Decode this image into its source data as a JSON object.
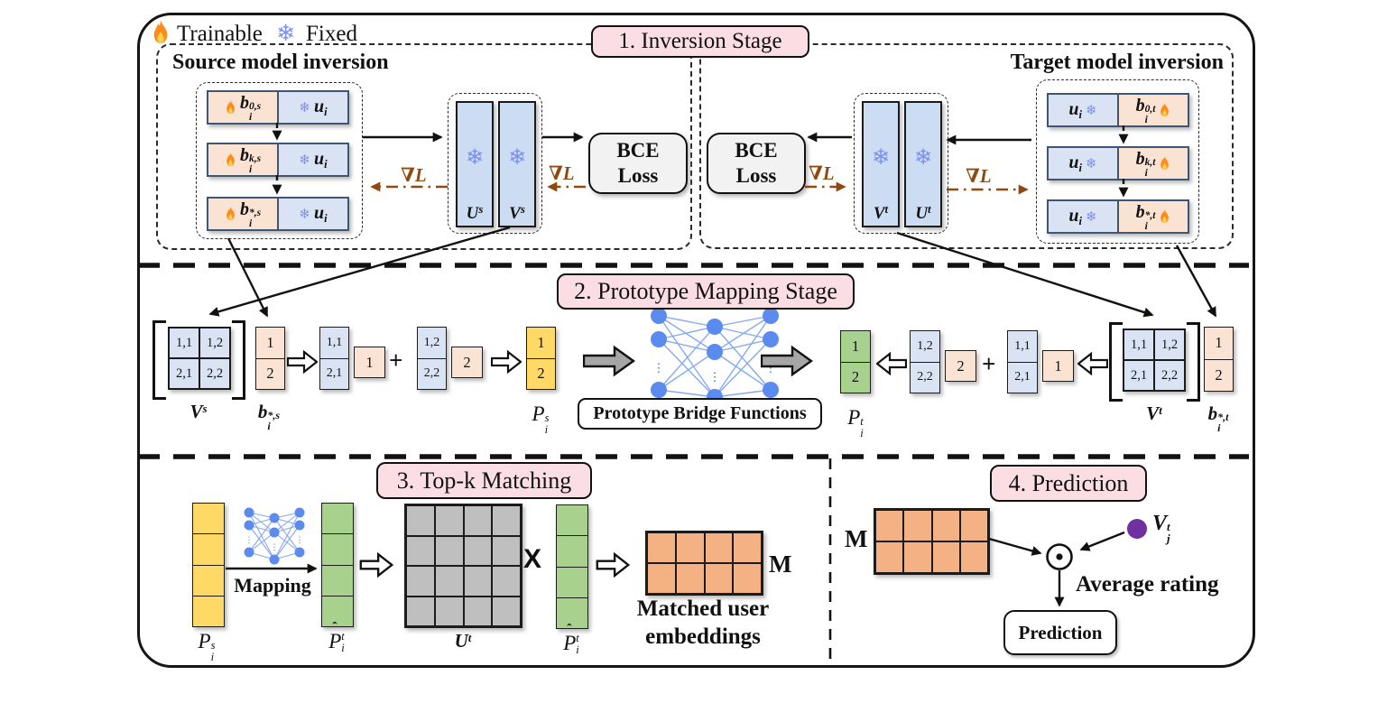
{
  "icons": {
    "snowflake": "❄",
    "dots": "⋮",
    "hat": "ˆ"
  },
  "legend": {
    "trainable": "Trainable",
    "fixed": "Fixed"
  },
  "stage_labels": {
    "s1": "1. Inversion Stage",
    "s2": "2. Prototype Mapping Stage",
    "s3": "3. Top-k Matching",
    "s4": "4. Prediction"
  },
  "grad_label": "∇L",
  "bce": {
    "l1": "BCE",
    "l2": "Loss"
  },
  "source_inversion": {
    "title": "Source model inversion",
    "rows": [
      {
        "b": "b",
        "bsub": "i",
        "bsup": "0,s",
        "u": "u",
        "usub": "i"
      },
      {
        "b": "b",
        "bsub": "i",
        "bsup": "k,s",
        "u": "u",
        "usub": "i"
      },
      {
        "b": "b",
        "bsub": "i",
        "bsup": "*,s",
        "u": "u",
        "usub": "i"
      }
    ],
    "col1": {
      "base": "U",
      "sup": "s"
    },
    "col2": {
      "base": "V",
      "sup": "s"
    }
  },
  "target_inversion": {
    "title": "Target model inversion",
    "rows": [
      {
        "u": "u",
        "usub": "i",
        "b": "b",
        "bsub": "i",
        "bsup": "0,t"
      },
      {
        "u": "u",
        "usub": "i",
        "b": "b",
        "bsub": "i",
        "bsup": "k,t"
      },
      {
        "u": "u",
        "usub": "i",
        "b": "b",
        "bsub": "i",
        "bsup": "*,t"
      }
    ],
    "col1": {
      "base": "V",
      "sup": "t"
    },
    "col2": {
      "base": "U",
      "sup": "t"
    }
  },
  "mapping_stage": {
    "left": {
      "matrix_cells": [
        "1,1",
        "1,2",
        "2,1",
        "2,2"
      ],
      "matrix_label": {
        "base": "V",
        "sup": "s"
      },
      "vector_cells": [
        "1",
        "2"
      ],
      "vector_label": {
        "base": "b",
        "sub": "i",
        "sup": "*,s"
      },
      "col_a": [
        "1,1",
        "2,1"
      ],
      "scalar_a": "1",
      "plus": "+",
      "col_b": [
        "1,2",
        "2,2"
      ],
      "scalar_b": "2",
      "proto_cells": [
        "1",
        "2"
      ],
      "proto_label": {
        "base": "P",
        "sub": "i",
        "sup": "s"
      }
    },
    "bridge_label": "Prototype Bridge Functions",
    "right": {
      "proto_cells": [
        "1",
        "2"
      ],
      "proto_label": {
        "base": "P",
        "sub": "i",
        "sup": "t"
      },
      "col_b": [
        "1,2",
        "2,2"
      ],
      "scalar_b": "2",
      "plus": "+",
      "col_a": [
        "1,1",
        "2,1"
      ],
      "scalar_a": "1",
      "matrix_cells": [
        "1,1",
        "1,2",
        "2,1",
        "2,2"
      ],
      "matrix_label": {
        "base": "V",
        "sup": "t"
      },
      "vector_cells": [
        "1",
        "2"
      ],
      "vector_label": {
        "base": "b",
        "sub": "i",
        "sup": "*,t"
      }
    }
  },
  "matching_stage": {
    "source_proto_label": {
      "base": "P",
      "sub": "i",
      "sup": "s"
    },
    "mapping_label": "Mapping",
    "mapped_proto_label": {
      "base": "P",
      "sub": "i",
      "sup": "t"
    },
    "user_matrix_label": {
      "base": "U",
      "sup": "t"
    },
    "times": "X",
    "matrix_name": "M",
    "caption1": "Matched user",
    "caption2": "embeddings"
  },
  "prediction_stage": {
    "matrix_name": "M",
    "item_label": {
      "base": "V",
      "sub": "j",
      "sup": "t"
    },
    "average_rating": "Average rating",
    "prediction": "Prediction"
  }
}
